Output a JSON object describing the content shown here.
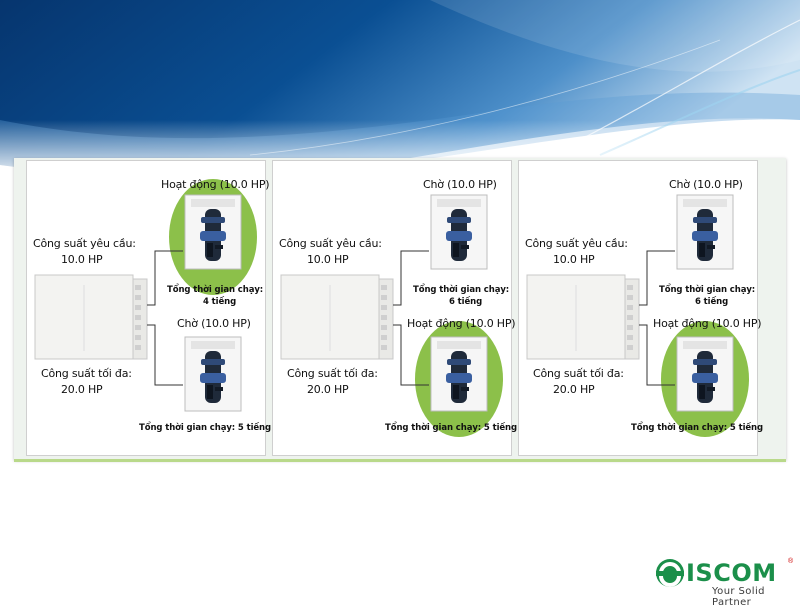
{
  "colors": {
    "accent_green": "#8cc04a",
    "brand_green": "#1b8f4a",
    "bg_blue": "#0a4a8c"
  },
  "panels": [
    {
      "required_label": "Công suất yêu cầu:",
      "required_value": "10.0 HP",
      "max_label": "Công suất tối đa:",
      "max_value": "20.0 HP",
      "top_status": "Hoạt động (10.0 HP)",
      "top_runtime": "Tổng thời gian chạy:",
      "top_runtime_value": "4 tiếng",
      "bottom_status": "Chờ (10.0 HP)",
      "bottom_runtime": "Tổng thời gian chạy: 5 tiếng",
      "active": "top"
    },
    {
      "required_label": "Công suất yêu cầu:",
      "required_value": "10.0 HP",
      "max_label": "Công suất tối đa:",
      "max_value": "20.0 HP",
      "top_status": "Chờ (10.0 HP)",
      "top_runtime": "Tổng thời gian chạy:",
      "top_runtime_value": "6 tiếng",
      "bottom_status": "Hoạt động (10.0 HP)",
      "bottom_runtime": "Tổng thời gian chạy: 5 tiếng",
      "active": "bottom"
    },
    {
      "required_label": "Công suất yêu cầu:",
      "required_value": "10.0 HP",
      "max_label": "Công suất tối đa:",
      "max_value": "20.0 HP",
      "top_status": "Chờ (10.0 HP)",
      "top_runtime": "Tổng thời gian chạy:",
      "top_runtime_value": "6 tiếng",
      "bottom_status": "Hoạt động (10.0 HP)",
      "bottom_runtime": "Tổng thời gian chạy: 5 tiếng",
      "active": "bottom"
    }
  ],
  "logo": {
    "name": "SISCOM",
    "name_tail": "ISCOM",
    "tagline": "Your Solid Partner",
    "reg": "®"
  }
}
